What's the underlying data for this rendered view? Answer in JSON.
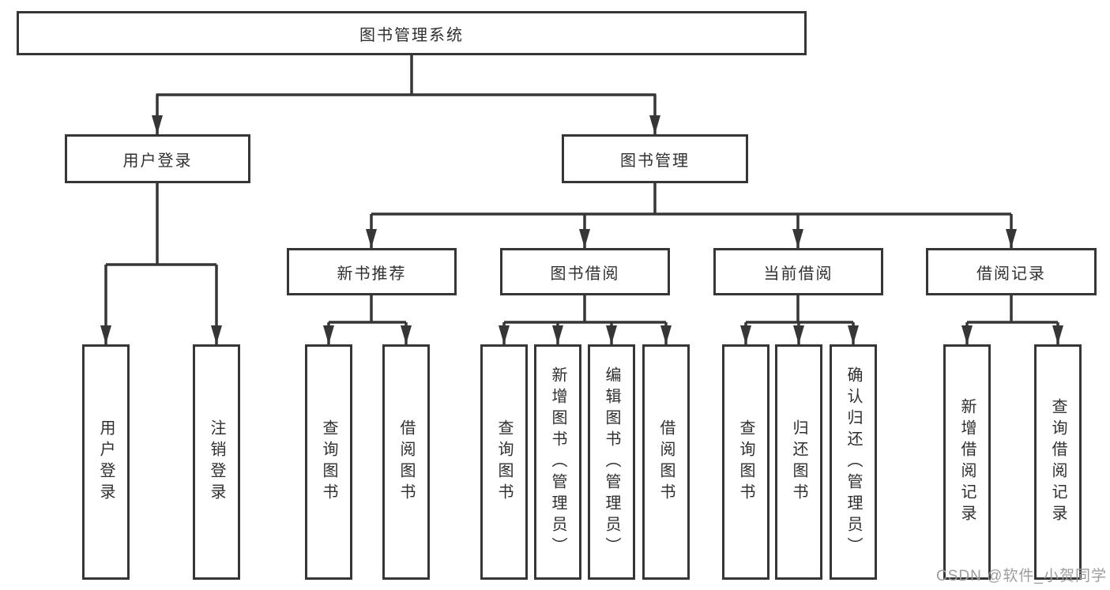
{
  "diagram": {
    "root": "图书管理系统",
    "level2": {
      "user_login": "用户登录",
      "book_mgmt": "图书管理"
    },
    "level3": {
      "recommend": "新书推荐",
      "borrow": "图书借阅",
      "current": "当前借阅",
      "records": "借阅记录"
    },
    "leaves": {
      "login_user_login": "用户登录",
      "login_logout": "注销登录",
      "rec_query_books": "查询图书",
      "rec_borrow_books": "借阅图书",
      "bor_query_books": "查询图书",
      "bor_add_books": "新增图书（管理员）",
      "bor_edit_books": "编辑图书（管理员）",
      "bor_borrow_books": "借阅图书",
      "cur_query_books": "查询图书",
      "cur_return_books": "归还图书",
      "cur_confirm_return": "确认归还（管理员）",
      "recd_add_record": "新增借阅记录",
      "recd_query_record": "查询借阅记录"
    }
  },
  "watermark": "CSDN @软件_小贺同学",
  "colors": {
    "line": "#363636",
    "watermark": "#9c9c9c"
  }
}
